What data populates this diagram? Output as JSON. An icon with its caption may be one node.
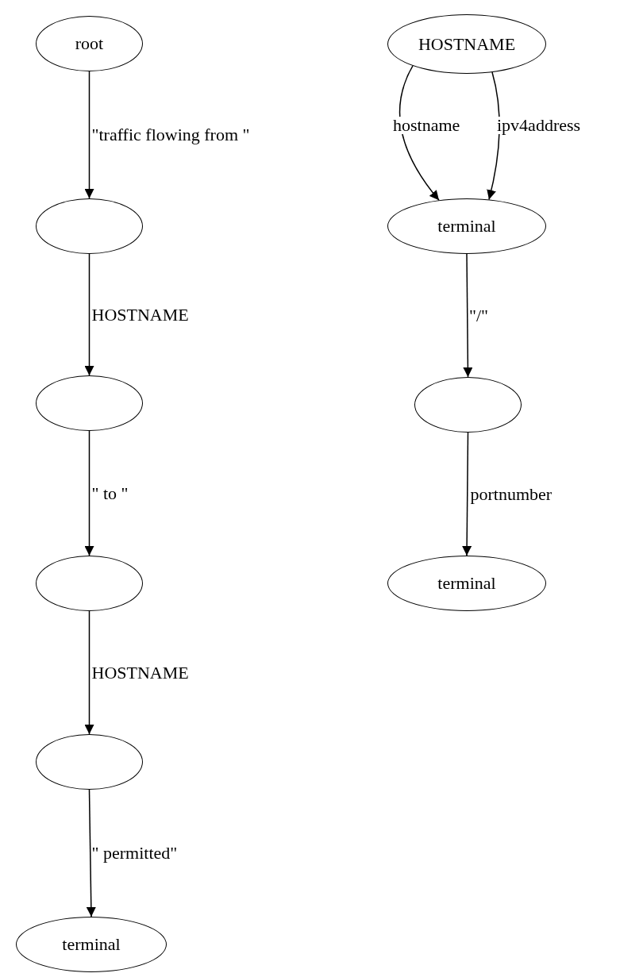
{
  "diagram": {
    "nodes": [
      {
        "text": [
          "root"
        ]
      },
      {
        "text": [],
        "shape": "ellipse"
      },
      {
        "text": [],
        "shape": "ellipse"
      },
      {
        "text": [],
        "shape": "ellipse"
      },
      {
        "text": [],
        "shape": "ellipse"
      },
      {
        "text": [
          "terminal"
        ]
      },
      {
        "text": [
          "HOSTNAME"
        ]
      },
      {
        "text": [
          "terminal"
        ]
      },
      {
        "text": [],
        "shape": "ellipse"
      },
      {
        "text": [
          "terminal"
        ]
      }
    ],
    "edges": [
      {
        "from": 0,
        "to": 1,
        "arrow": "to",
        "label": "\"traffic flowing from \""
      },
      {
        "from": 1,
        "to": 2,
        "arrow": "to",
        "label": "HOSTNAME"
      },
      {
        "from": 2,
        "to": 3,
        "arrow": "to",
        "label": "\" to \""
      },
      {
        "from": 3,
        "to": 4,
        "arrow": "to",
        "label": "HOSTNAME"
      },
      {
        "from": 4,
        "to": 5,
        "arrow": "to",
        "label": "\" permitted\""
      },
      {
        "from": 6,
        "to": 7,
        "arrow": "to",
        "label": "hostname"
      },
      {
        "from": 6,
        "to": 7,
        "arrow": "to",
        "label": "ipv4address"
      },
      {
        "from": 7,
        "to": 8,
        "arrow": "to",
        "label": "\"/\""
      },
      {
        "from": 8,
        "to": 9,
        "arrow": "to",
        "label": "portnumber"
      }
    ]
  }
}
